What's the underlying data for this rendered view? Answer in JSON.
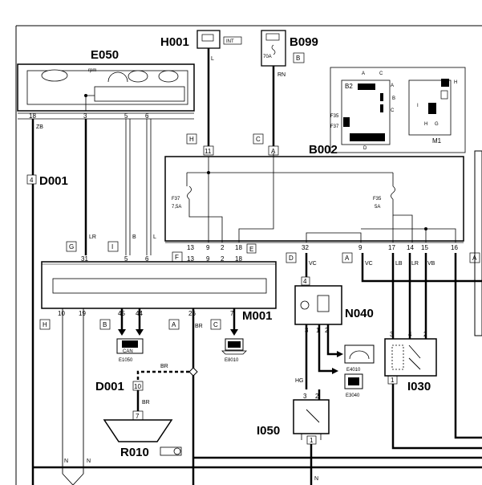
{
  "components": {
    "e050": "E050",
    "h001": "H001",
    "b099": "B099",
    "b002": "B002",
    "d001_left": "D001",
    "m001": "M001",
    "n040": "N040",
    "i030": "I030",
    "d001_bottom": "D001",
    "i050": "I050",
    "r010": "R010"
  },
  "labels": {
    "int": "INT",
    "fuse_70a": "70A",
    "rpm": "rpm",
    "f37": "F37",
    "f37_rating": "7,5A",
    "f35": "F35",
    "f35_rating": "5A",
    "can": "CAN",
    "inset_b2": "B2",
    "inset_m1": "M1",
    "inset_f35": "F35",
    "inset_f37": "F37"
  },
  "connectors": {
    "h": "H",
    "c": "C",
    "b": "B",
    "g": "G",
    "i": "I",
    "f": "F",
    "e": "E",
    "d": "D",
    "a": "A",
    "four": "4",
    "ten": "10",
    "seven": "7"
  },
  "wires": {
    "l": "L",
    "rn": "RN",
    "zb": "ZB",
    "lr": "LR",
    "b": "B",
    "vc": "VC",
    "lb": "LB",
    "vb": "VB",
    "br": "BR",
    "hg": "HG",
    "n": "N"
  },
  "refs": {
    "e1050": "E1050",
    "e8010": "E8010",
    "e4010": "E4010",
    "e3040": "E3040"
  },
  "pins": {
    "p18": "18",
    "p3": "3",
    "p5": "5",
    "p6": "6",
    "p11": "11",
    "pA": "A",
    "p13": "13",
    "p9": "9",
    "p2": "2",
    "p31": "31",
    "p32": "32",
    "p17": "17",
    "p14": "14",
    "p15": "15",
    "p16": "16",
    "p10": "10",
    "p19": "19",
    "p45": "45",
    "p44": "44",
    "p26": "26",
    "p7": "7",
    "p4": "4",
    "p1": "1"
  },
  "inset_letters": {
    "a": "A",
    "b": "B",
    "c": "C",
    "d": "D",
    "h": "H",
    "i": "I",
    "g": "G"
  }
}
